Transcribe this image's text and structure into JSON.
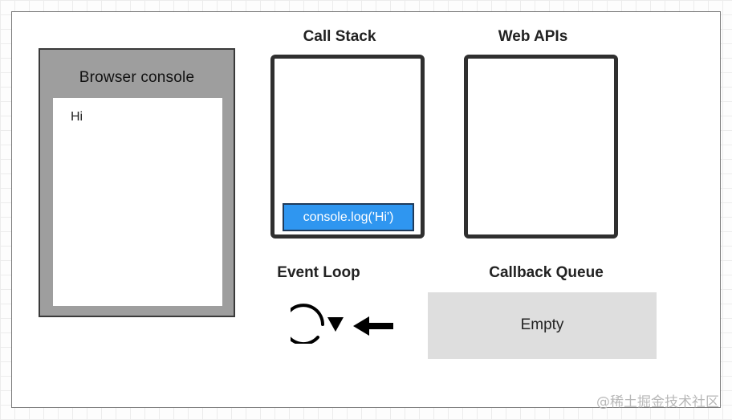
{
  "browser_console": {
    "title": "Browser console",
    "output_lines": [
      "Hi"
    ]
  },
  "call_stack": {
    "title": "Call Stack",
    "frames": [
      "console.log('Hi')"
    ]
  },
  "web_apis": {
    "title": "Web APIs"
  },
  "event_loop": {
    "title": "Event Loop",
    "icon": "circular-arrow-icon",
    "arrow_icon": "left-arrow-icon"
  },
  "callback_queue": {
    "title": "Callback Queue",
    "status": "Empty"
  },
  "watermark": "@稀土掘金技术社区",
  "colors": {
    "stack_frame_fill": "#2f96f0",
    "console_panel": "#9e9e9e",
    "queue_fill": "#dedede",
    "box_border": "#2f2f2f"
  }
}
